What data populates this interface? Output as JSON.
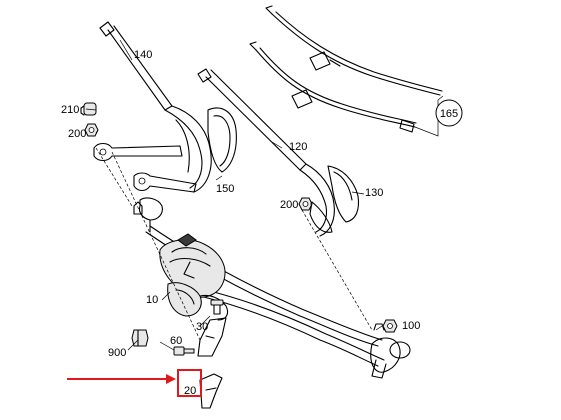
{
  "labels": {
    "p140": "140",
    "p210": "210",
    "p200a": "200",
    "p120": "120",
    "p150": "150",
    "p200b": "200",
    "p130": "130",
    "p165": "165",
    "p10": "10",
    "p30": "30",
    "p100": "100",
    "p60": "60",
    "p900": "900",
    "p20": "20"
  },
  "colors": {
    "highlight": "#e0191c",
    "line": "#000000",
    "part_fill": "#e8e8e8"
  }
}
